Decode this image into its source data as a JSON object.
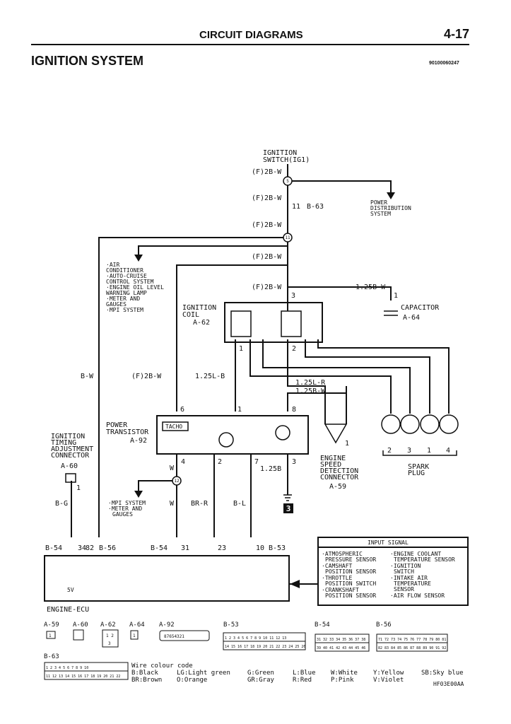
{
  "header": {
    "title": "CIRCUIT DIAGRAMS",
    "page": "4-17"
  },
  "section": {
    "title": "IGNITION SYSTEM",
    "doc_number": "90100060247"
  },
  "labels": {
    "ign_switch_1": "IGNITION",
    "ign_switch_2": "SWITCH(IG1)",
    "w_f2bw_1": "(F)2B-W",
    "w_f2bw_2": "(F)2B-W",
    "w_f2bw_3": "(F)2B-W",
    "w_f2bw_4": "(F)2B-W",
    "w_f2bw_5": "(F)2B-W",
    "w_f2bw_6": "(F)2B-W",
    "conn_b63_pin": "11",
    "conn_b63": "B-63",
    "power_dist_1": "POWER",
    "power_dist_2": "DISTRIBUTION",
    "power_dist_3": "SYSTEM",
    "feeds_1": "·AIR",
    "feeds_2": "CONDITIONER",
    "feeds_3": "·AUTO-CRUISE",
    "feeds_4": "CONTROL SYSTEM",
    "feeds_5": "·ENGINE OIL LEVEL",
    "feeds_6": "WARNING LAMP",
    "feeds_7": "·METER AND",
    "feeds_8": "GAUGES",
    "feeds_9": "·MPI SYSTEM",
    "w_125bw": "1.25B-W",
    "cap_pin": "1",
    "capacitor": "CAPACITOR",
    "conn_a64": "A-64",
    "coil_1": "IGNITION",
    "coil_2": "COIL",
    "conn_a62": "A-62",
    "coil_pin3": "3",
    "coil_pin1": "1",
    "coil_pin2": "2",
    "w_bw": "B-W",
    "w_125lb": "1.25L-B",
    "w_125lr": "1.25L-R",
    "w_125bw_2": "1.25B-W",
    "pt_pin6": "6",
    "pt_pin1": "1",
    "pt_pin8": "8",
    "pt_1": "POWER",
    "pt_2": "TRANSISTOR",
    "conn_a92": "A-92",
    "tacho": "TACHO",
    "pt_pin4": "4",
    "pt_pin2": "2",
    "pt_pin7": "7",
    "pt_pin3": "3",
    "w_125b": "1.25B",
    "esdc_pin": "1",
    "esdc_1": "ENGINE",
    "esdc_2": "SPEED",
    "esdc_3": "DETECTION",
    "esdc_4": "CONNECTOR",
    "conn_a59": "A-59",
    "itac_1": "IGNITION",
    "itac_2": "TIMING",
    "itac_3": "ADJUSTMENT",
    "itac_4": "CONNECTOR",
    "conn_a60": "A-60",
    "itac_pin": "1",
    "w_bg": "B-G",
    "w_w1": "W",
    "w_w2": "W",
    "mpi_1": "·MPI SYSTEM",
    "mpi_2": "·METER AND",
    "mpi_3": "GAUGES",
    "w_brr": "BR-R",
    "w_bl": "B-L",
    "splice_12": "12",
    "splice_5": "5",
    "splice_11": "11",
    "ground_num": "3",
    "spark_1": "2",
    "spark_2": "3",
    "spark_3": "1",
    "spark_4": "4",
    "spark_plug_1": "SPARK",
    "spark_plug_2": "PLUG",
    "ecu_b54": "B-54",
    "ecu_34": "34",
    "ecu_82": "82",
    "ecu_b56": "B-56",
    "ecu_b54_2": "B-54",
    "ecu_31": "31",
    "ecu_23": "23",
    "ecu_10": "10",
    "ecu_b53": "B-53",
    "five_v": "5V",
    "ecu_name": "ENGINE-ECU",
    "input_signal_title": "INPUT SIGNAL",
    "in_l1": "·ATMOSPHERIC",
    "in_l2": "PRESSURE SENSOR",
    "in_l3": "·CAMSHAFT",
    "in_l4": "POSITION SENSOR",
    "in_l5": "·THROTTLE",
    "in_l6": "POSITION SWITCH",
    "in_l7": "·CRANKSHAFT",
    "in_l8": "POSITION SENSOR",
    "in_r1": "·ENGINE COOLANT",
    "in_r2": "TEMPERATURE SENSOR",
    "in_r3": "·IGNITION",
    "in_r4": "SWITCH",
    "in_r5": "·INTAKE AIR",
    "in_r6": "TEMPERATURE",
    "in_r7": "SENSOR",
    "in_r8": "·AIR FLOW SENSOR",
    "cv_a59": "A-59",
    "cv_a60": "A-60",
    "cv_a62": "A-62",
    "cv_a64": "A-64",
    "cv_a92": "A-92",
    "cv_b53": "B-53",
    "cv_b54": "B-54",
    "cv_b56": "B-56",
    "cv_b63": "B-63",
    "a92_pins": "87654321",
    "b53_row1": "1 2 3 4 5 6 7 8 9 10 11 12 13",
    "b53_row2": "14 15 16 17 18 19 20 21 22 23 24 25 26",
    "b54_row1": "31 32 33 34 35 36 37 38",
    "b54_row2": "39 40 41 42 43 44 45 46",
    "b56_row1": "71 72 73 74 75 76 77 78 79 80 81",
    "b56_row2": "82 83 84 85 86 87 88 89 90 91 92",
    "b63_row1": "1 2 3 4 5 6 7 8 9 10",
    "b63_row2": "11 12 13 14 15 16 17 18 19 20 21 22",
    "a62_pins_top": "1 2",
    "a62_pins_bot": "3",
    "a59_pin": "1",
    "a64_pin": "1"
  },
  "legend": {
    "heading": "Wire colour code",
    "row1": [
      "B:Black",
      "LG:Light green",
      "G:Green",
      "L:Blue",
      "W:White",
      "Y:Yellow",
      "SB:Sky blue"
    ],
    "row2": [
      "BR:Brown",
      "O:Orange",
      "GR:Gray",
      "R:Red",
      "P:Pink",
      "V:Violet"
    ]
  },
  "figure_code": "HF03E00AA"
}
